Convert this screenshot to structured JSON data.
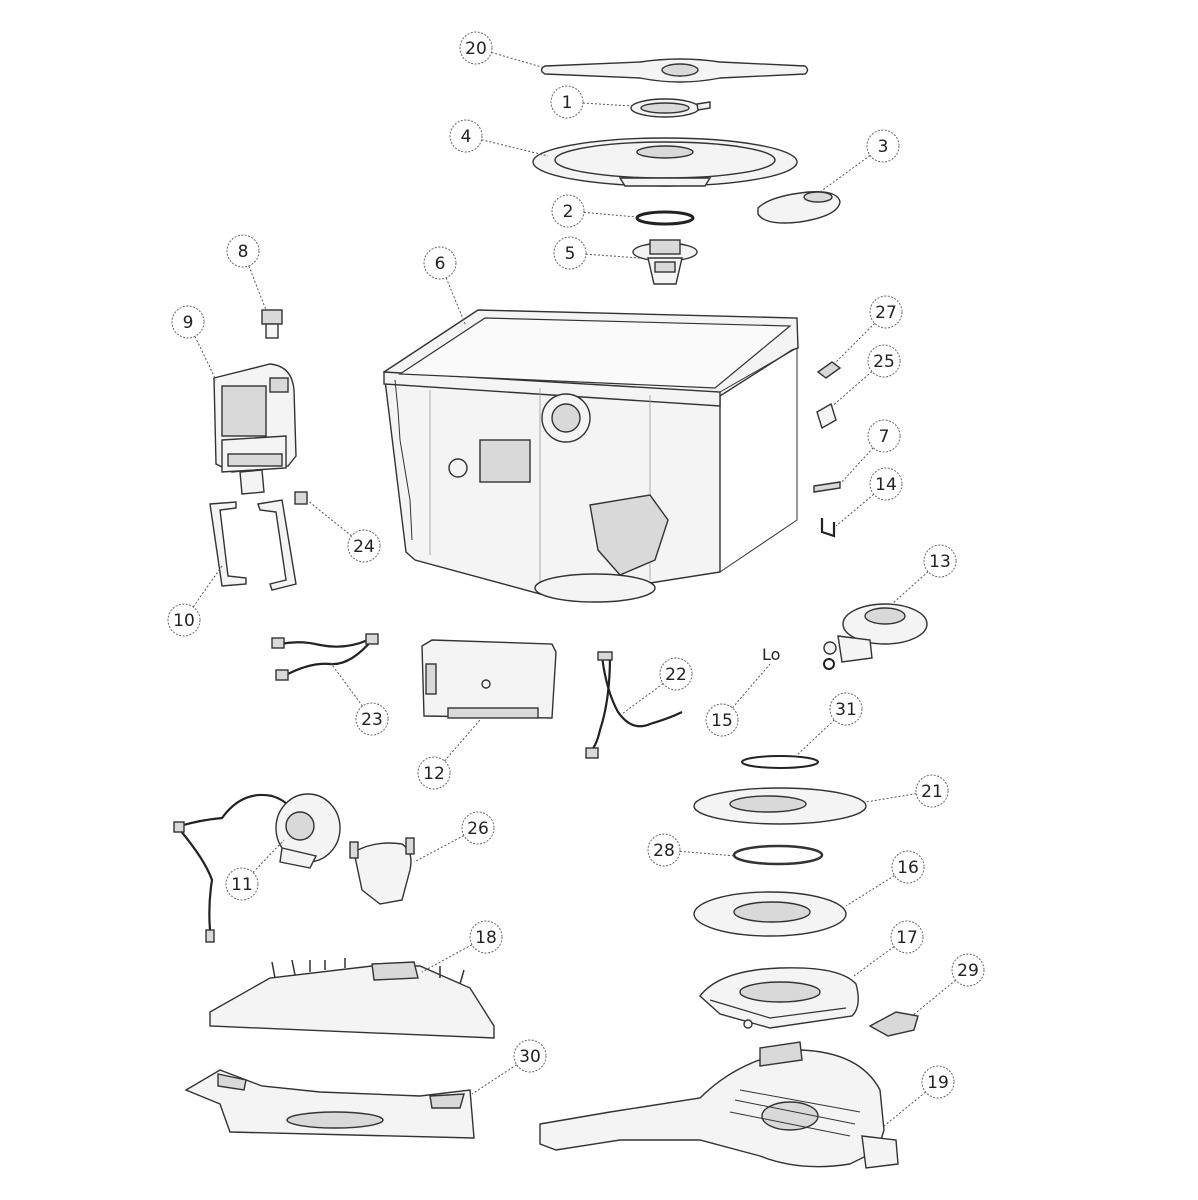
{
  "diagram": {
    "callouts": [
      {
        "id": "c20",
        "label": "20"
      },
      {
        "id": "c1",
        "label": "1"
      },
      {
        "id": "c4",
        "label": "4"
      },
      {
        "id": "c3",
        "label": "3"
      },
      {
        "id": "c2",
        "label": "2"
      },
      {
        "id": "c5",
        "label": "5"
      },
      {
        "id": "c8",
        "label": "8"
      },
      {
        "id": "c6",
        "label": "6"
      },
      {
        "id": "c9",
        "label": "9"
      },
      {
        "id": "c27",
        "label": "27"
      },
      {
        "id": "c25",
        "label": "25"
      },
      {
        "id": "c7",
        "label": "7"
      },
      {
        "id": "c14",
        "label": "14"
      },
      {
        "id": "c24",
        "label": "24"
      },
      {
        "id": "c10",
        "label": "10"
      },
      {
        "id": "c13",
        "label": "13"
      },
      {
        "id": "c22",
        "label": "22"
      },
      {
        "id": "c15",
        "label": "15"
      },
      {
        "id": "c23",
        "label": "23"
      },
      {
        "id": "c31",
        "label": "31"
      },
      {
        "id": "c12",
        "label": "12"
      },
      {
        "id": "c21",
        "label": "21"
      },
      {
        "id": "c26",
        "label": "26"
      },
      {
        "id": "c28",
        "label": "28"
      },
      {
        "id": "c11",
        "label": "11"
      },
      {
        "id": "c16",
        "label": "16"
      },
      {
        "id": "c18",
        "label": "18"
      },
      {
        "id": "c17",
        "label": "17"
      },
      {
        "id": "c29",
        "label": "29"
      },
      {
        "id": "c30",
        "label": "30"
      },
      {
        "id": "c19",
        "label": "19"
      }
    ],
    "part_marks": {
      "small_oring_text": "o",
      "small_part_text": "Lo"
    }
  }
}
